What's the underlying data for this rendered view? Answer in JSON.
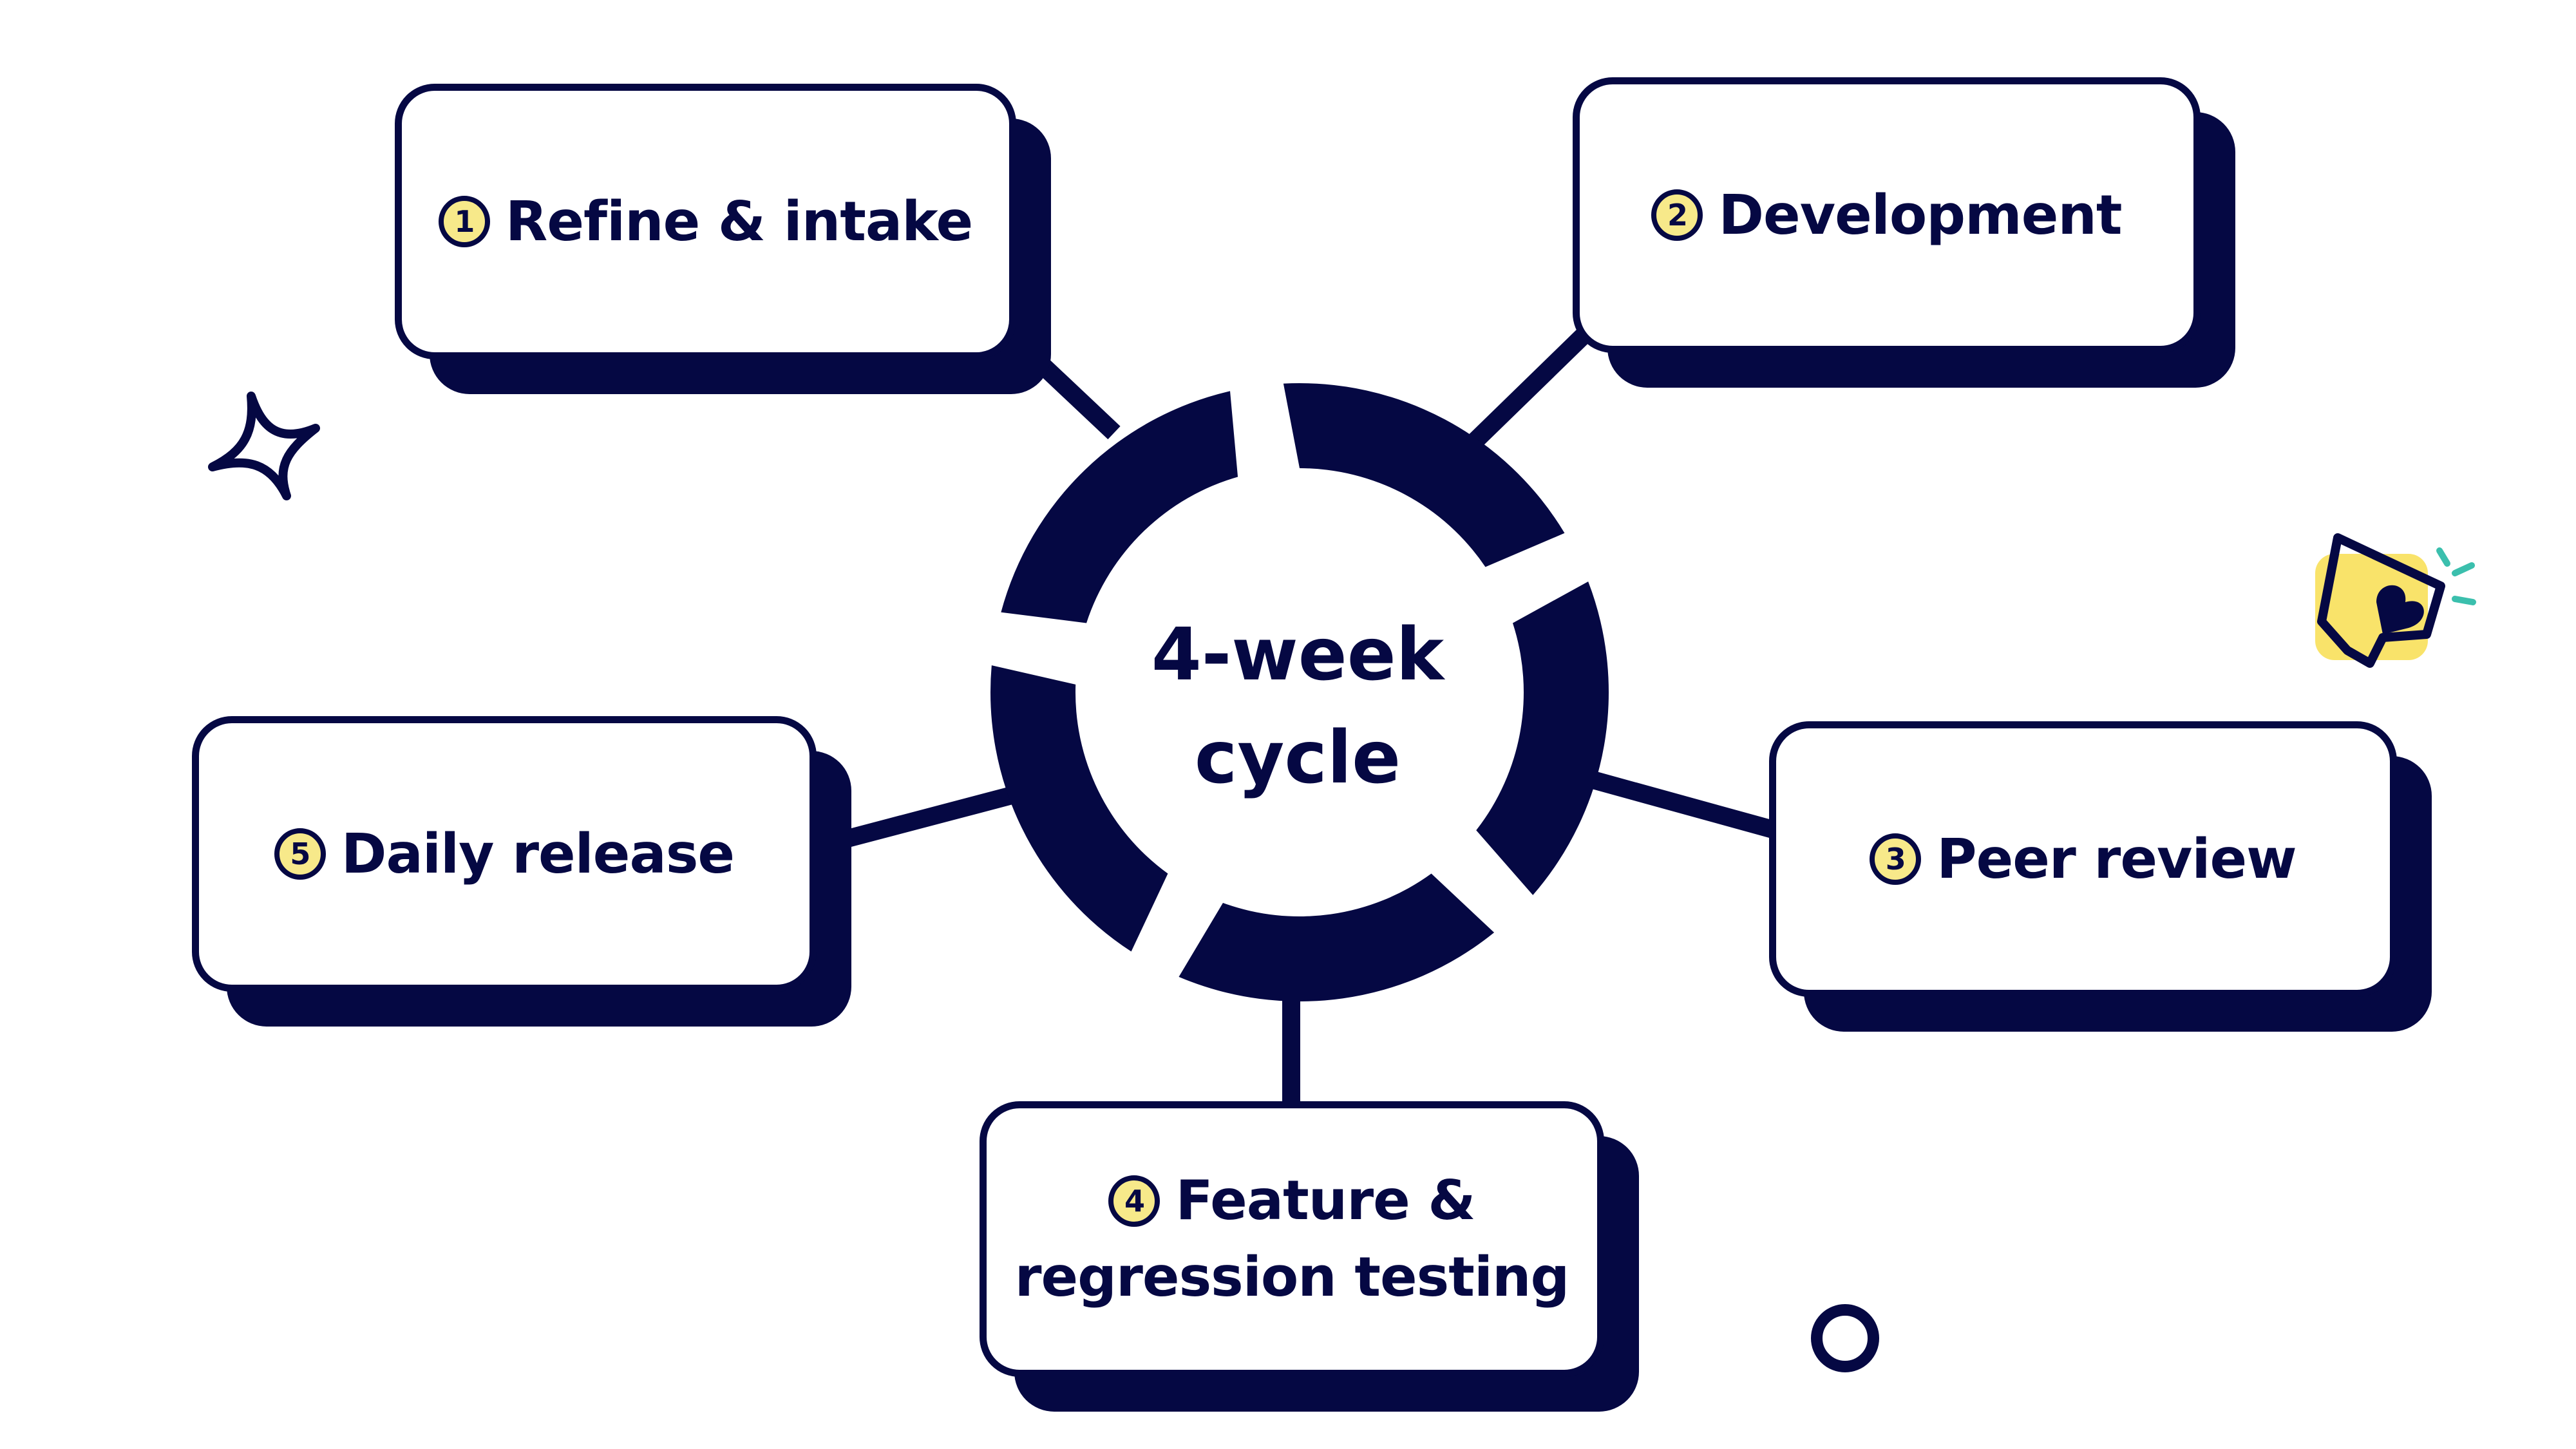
{
  "center": {
    "line1": "4-week",
    "line2": "cycle"
  },
  "steps": [
    {
      "number": "1",
      "label": "Refine & intake"
    },
    {
      "number": "2",
      "label": "Development"
    },
    {
      "number": "3",
      "label": "Peer review"
    },
    {
      "number": "4",
      "label_line1": "Feature &",
      "label_line2": "regression testing"
    },
    {
      "number": "5",
      "label": "Daily release"
    }
  ],
  "colors": {
    "navy": "#050843",
    "badge_yellow": "#f7e98a",
    "accent_teal": "#3bbfad",
    "accent_yellow": "#f9e36a"
  },
  "decorations": [
    "sparkle-icon",
    "chat-heart-icon",
    "ring-icon"
  ]
}
